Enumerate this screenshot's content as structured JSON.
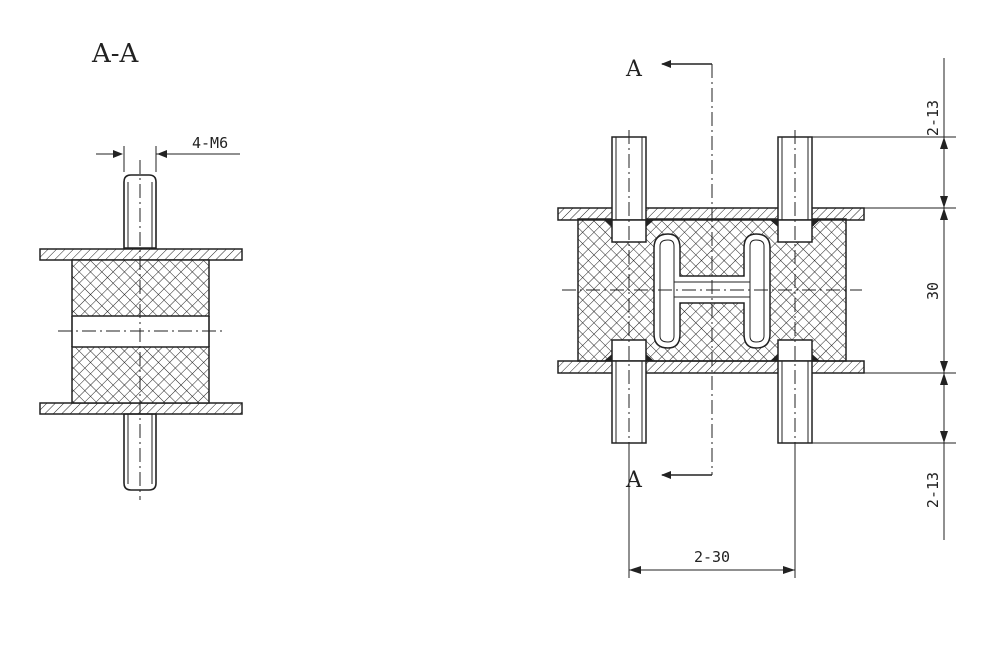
{
  "section_view": {
    "title": "A-A",
    "thread_label": "4-M6"
  },
  "plan_view": {
    "cut_label_top": "A",
    "cut_label_bottom": "A",
    "dim_top": "2-13",
    "dim_middle": "30",
    "dim_bottom": "2-13",
    "dim_horizontal": "2-30"
  },
  "colors": {
    "line": "#222222",
    "background": "#ffffff"
  }
}
